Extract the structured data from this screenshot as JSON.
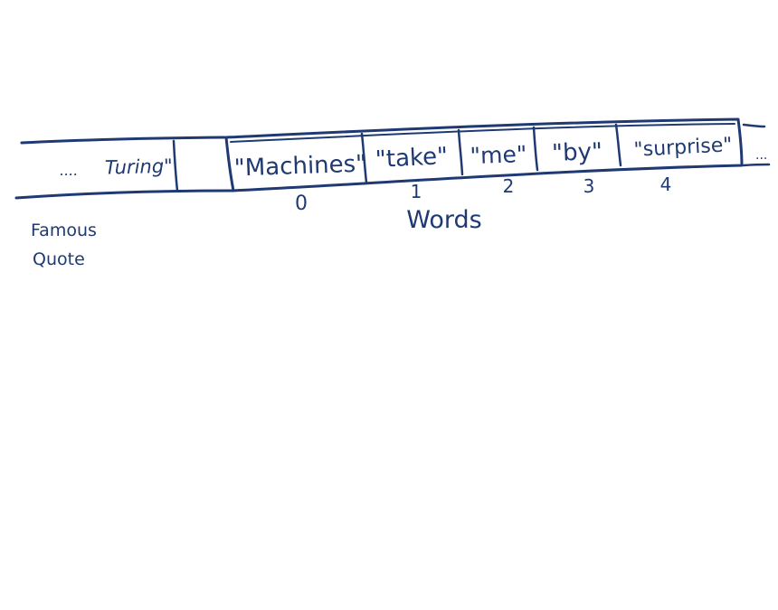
{
  "ink_color": "#1f3a73",
  "memory_strip": {
    "left_ellipsis": "....",
    "left_cell_word": "Turing\"",
    "right_ellipsis": "...",
    "label_lines": [
      "Famous",
      "Quote"
    ]
  },
  "words_array": {
    "name": "Words",
    "cells": [
      {
        "text": "\"Machines\"",
        "index": "0"
      },
      {
        "text": "\"take\"",
        "index": "1"
      },
      {
        "text": "\"me\"",
        "index": "2"
      },
      {
        "text": "\"by\"",
        "index": "3"
      },
      {
        "text": "\"surprise\"",
        "index": "4"
      }
    ]
  }
}
